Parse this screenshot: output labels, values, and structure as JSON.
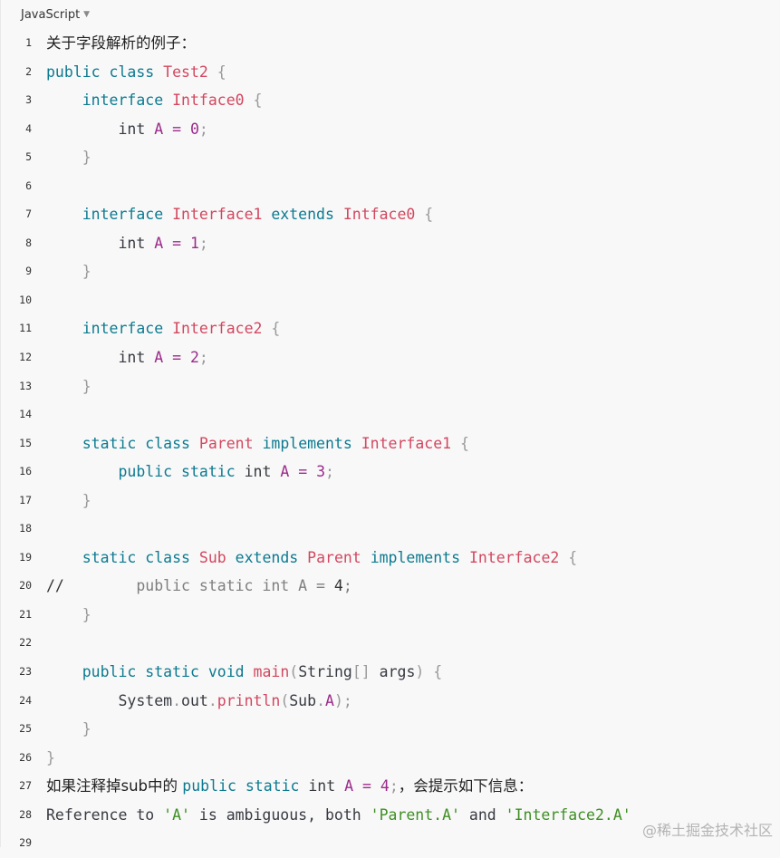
{
  "language_label": "JavaScript",
  "watermark": "@稀土掘金技术社区",
  "lines": [
    {
      "n": "1",
      "tokens": [
        {
          "c": "cjk",
          "t": "关于字段解析的例子："
        }
      ]
    },
    {
      "n": "2",
      "tokens": [
        {
          "c": "kw",
          "t": "public"
        },
        {
          "c": "pl",
          "t": " "
        },
        {
          "c": "kw",
          "t": "class"
        },
        {
          "c": "pl",
          "t": " "
        },
        {
          "c": "cls",
          "t": "Test2"
        },
        {
          "c": "pl",
          "t": " "
        },
        {
          "c": "punc",
          "t": "{"
        }
      ]
    },
    {
      "n": "3",
      "tokens": [
        {
          "c": "pl",
          "t": "    "
        },
        {
          "c": "kw",
          "t": "interface"
        },
        {
          "c": "pl",
          "t": " "
        },
        {
          "c": "cls",
          "t": "Intface0"
        },
        {
          "c": "pl",
          "t": " "
        },
        {
          "c": "punc",
          "t": "{"
        }
      ]
    },
    {
      "n": "4",
      "tokens": [
        {
          "c": "pl",
          "t": "        "
        },
        {
          "c": "ty",
          "t": "int"
        },
        {
          "c": "pl",
          "t": " "
        },
        {
          "c": "num",
          "t": "A"
        },
        {
          "c": "pl",
          "t": " "
        },
        {
          "c": "op",
          "t": "="
        },
        {
          "c": "pl",
          "t": " "
        },
        {
          "c": "num",
          "t": "0"
        },
        {
          "c": "punc",
          "t": ";"
        }
      ]
    },
    {
      "n": "5",
      "tokens": [
        {
          "c": "pl",
          "t": "    "
        },
        {
          "c": "punc",
          "t": "}"
        }
      ]
    },
    {
      "n": "6",
      "tokens": []
    },
    {
      "n": "7",
      "tokens": [
        {
          "c": "pl",
          "t": "    "
        },
        {
          "c": "kw",
          "t": "interface"
        },
        {
          "c": "pl",
          "t": " "
        },
        {
          "c": "cls",
          "t": "Interface1"
        },
        {
          "c": "pl",
          "t": " "
        },
        {
          "c": "kw",
          "t": "extends"
        },
        {
          "c": "pl",
          "t": " "
        },
        {
          "c": "cls",
          "t": "Intface0"
        },
        {
          "c": "pl",
          "t": " "
        },
        {
          "c": "punc",
          "t": "{"
        }
      ]
    },
    {
      "n": "8",
      "tokens": [
        {
          "c": "pl",
          "t": "        "
        },
        {
          "c": "ty",
          "t": "int"
        },
        {
          "c": "pl",
          "t": " "
        },
        {
          "c": "num",
          "t": "A"
        },
        {
          "c": "pl",
          "t": " "
        },
        {
          "c": "op",
          "t": "="
        },
        {
          "c": "pl",
          "t": " "
        },
        {
          "c": "num",
          "t": "1"
        },
        {
          "c": "punc",
          "t": ";"
        }
      ]
    },
    {
      "n": "9",
      "tokens": [
        {
          "c": "pl",
          "t": "    "
        },
        {
          "c": "punc",
          "t": "}"
        }
      ]
    },
    {
      "n": "10",
      "tokens": []
    },
    {
      "n": "11",
      "tokens": [
        {
          "c": "pl",
          "t": "    "
        },
        {
          "c": "kw",
          "t": "interface"
        },
        {
          "c": "pl",
          "t": " "
        },
        {
          "c": "cls",
          "t": "Interface2"
        },
        {
          "c": "pl",
          "t": " "
        },
        {
          "c": "punc",
          "t": "{"
        }
      ]
    },
    {
      "n": "12",
      "tokens": [
        {
          "c": "pl",
          "t": "        "
        },
        {
          "c": "ty",
          "t": "int"
        },
        {
          "c": "pl",
          "t": " "
        },
        {
          "c": "num",
          "t": "A"
        },
        {
          "c": "pl",
          "t": " "
        },
        {
          "c": "op",
          "t": "="
        },
        {
          "c": "pl",
          "t": " "
        },
        {
          "c": "num",
          "t": "2"
        },
        {
          "c": "punc",
          "t": ";"
        }
      ]
    },
    {
      "n": "13",
      "tokens": [
        {
          "c": "pl",
          "t": "    "
        },
        {
          "c": "punc",
          "t": "}"
        }
      ]
    },
    {
      "n": "14",
      "tokens": []
    },
    {
      "n": "15",
      "tokens": [
        {
          "c": "pl",
          "t": "    "
        },
        {
          "c": "kw",
          "t": "static"
        },
        {
          "c": "pl",
          "t": " "
        },
        {
          "c": "kw",
          "t": "class"
        },
        {
          "c": "pl",
          "t": " "
        },
        {
          "c": "cls",
          "t": "Parent"
        },
        {
          "c": "pl",
          "t": " "
        },
        {
          "c": "kw",
          "t": "implements"
        },
        {
          "c": "pl",
          "t": " "
        },
        {
          "c": "cls",
          "t": "Interface1"
        },
        {
          "c": "pl",
          "t": " "
        },
        {
          "c": "punc",
          "t": "{"
        }
      ]
    },
    {
      "n": "16",
      "tokens": [
        {
          "c": "pl",
          "t": "        "
        },
        {
          "c": "kw",
          "t": "public"
        },
        {
          "c": "pl",
          "t": " "
        },
        {
          "c": "kw",
          "t": "static"
        },
        {
          "c": "pl",
          "t": " "
        },
        {
          "c": "ty",
          "t": "int"
        },
        {
          "c": "pl",
          "t": " "
        },
        {
          "c": "num",
          "t": "A"
        },
        {
          "c": "pl",
          "t": " "
        },
        {
          "c": "op",
          "t": "="
        },
        {
          "c": "pl",
          "t": " "
        },
        {
          "c": "num",
          "t": "3"
        },
        {
          "c": "punc",
          "t": ";"
        }
      ]
    },
    {
      "n": "17",
      "tokens": [
        {
          "c": "pl",
          "t": "    "
        },
        {
          "c": "punc",
          "t": "}"
        }
      ]
    },
    {
      "n": "18",
      "tokens": []
    },
    {
      "n": "19",
      "tokens": [
        {
          "c": "pl",
          "t": "    "
        },
        {
          "c": "kw",
          "t": "static"
        },
        {
          "c": "pl",
          "t": " "
        },
        {
          "c": "kw",
          "t": "class"
        },
        {
          "c": "pl",
          "t": " "
        },
        {
          "c": "cls",
          "t": "Sub"
        },
        {
          "c": "pl",
          "t": " "
        },
        {
          "c": "kw",
          "t": "extends"
        },
        {
          "c": "pl",
          "t": " "
        },
        {
          "c": "cls",
          "t": "Parent"
        },
        {
          "c": "pl",
          "t": " "
        },
        {
          "c": "kw",
          "t": "implements"
        },
        {
          "c": "pl",
          "t": " "
        },
        {
          "c": "cls",
          "t": "Interface2"
        },
        {
          "c": "pl",
          "t": " "
        },
        {
          "c": "punc",
          "t": "{"
        }
      ]
    },
    {
      "n": "20",
      "tokens": [
        {
          "c": "cmx",
          "t": "//"
        },
        {
          "c": "cm",
          "t": "        public static int A = "
        },
        {
          "c": "cmx",
          "t": "4"
        },
        {
          "c": "cm",
          "t": ";"
        }
      ]
    },
    {
      "n": "21",
      "tokens": [
        {
          "c": "pl",
          "t": "    "
        },
        {
          "c": "punc",
          "t": "}"
        }
      ]
    },
    {
      "n": "22",
      "tokens": []
    },
    {
      "n": "23",
      "tokens": [
        {
          "c": "pl",
          "t": "    "
        },
        {
          "c": "kw",
          "t": "public"
        },
        {
          "c": "pl",
          "t": " "
        },
        {
          "c": "kw",
          "t": "static"
        },
        {
          "c": "pl",
          "t": " "
        },
        {
          "c": "kw",
          "t": "void"
        },
        {
          "c": "pl",
          "t": " "
        },
        {
          "c": "fn",
          "t": "main"
        },
        {
          "c": "punc",
          "t": "("
        },
        {
          "c": "pl",
          "t": "String"
        },
        {
          "c": "punc",
          "t": "[]"
        },
        {
          "c": "pl",
          "t": " args"
        },
        {
          "c": "punc",
          "t": ")"
        },
        {
          "c": "pl",
          "t": " "
        },
        {
          "c": "punc",
          "t": "{"
        }
      ]
    },
    {
      "n": "24",
      "tokens": [
        {
          "c": "pl",
          "t": "        System"
        },
        {
          "c": "punc",
          "t": "."
        },
        {
          "c": "pl",
          "t": "out"
        },
        {
          "c": "punc",
          "t": "."
        },
        {
          "c": "fn",
          "t": "println"
        },
        {
          "c": "punc",
          "t": "("
        },
        {
          "c": "pl",
          "t": "Sub"
        },
        {
          "c": "punc",
          "t": "."
        },
        {
          "c": "num",
          "t": "A"
        },
        {
          "c": "punc",
          "t": ");"
        }
      ]
    },
    {
      "n": "25",
      "tokens": [
        {
          "c": "pl",
          "t": "    "
        },
        {
          "c": "punc",
          "t": "}"
        }
      ]
    },
    {
      "n": "26",
      "tokens": [
        {
          "c": "punc",
          "t": "}"
        }
      ]
    },
    {
      "n": "27",
      "tokens": [
        {
          "c": "cjk",
          "t": "如果注释掉sub中的 "
        },
        {
          "c": "kw",
          "t": "public"
        },
        {
          "c": "pl",
          "t": " "
        },
        {
          "c": "kw",
          "t": "static"
        },
        {
          "c": "pl",
          "t": " "
        },
        {
          "c": "ty",
          "t": "int"
        },
        {
          "c": "pl",
          "t": " "
        },
        {
          "c": "num",
          "t": "A"
        },
        {
          "c": "pl",
          "t": " "
        },
        {
          "c": "op",
          "t": "="
        },
        {
          "c": "pl",
          "t": " "
        },
        {
          "c": "num",
          "t": "4"
        },
        {
          "c": "punc",
          "t": ";"
        },
        {
          "c": "cjk",
          "t": "，会提示如下信息："
        }
      ]
    },
    {
      "n": "28",
      "tokens": [
        {
          "c": "pl",
          "t": "Reference to "
        },
        {
          "c": "str",
          "t": "'A'"
        },
        {
          "c": "pl",
          "t": " is ambiguous, both "
        },
        {
          "c": "str",
          "t": "'Parent.A'"
        },
        {
          "c": "pl",
          "t": " and "
        },
        {
          "c": "str",
          "t": "'Interface2.A'"
        }
      ]
    },
    {
      "n": "29",
      "tokens": []
    }
  ]
}
